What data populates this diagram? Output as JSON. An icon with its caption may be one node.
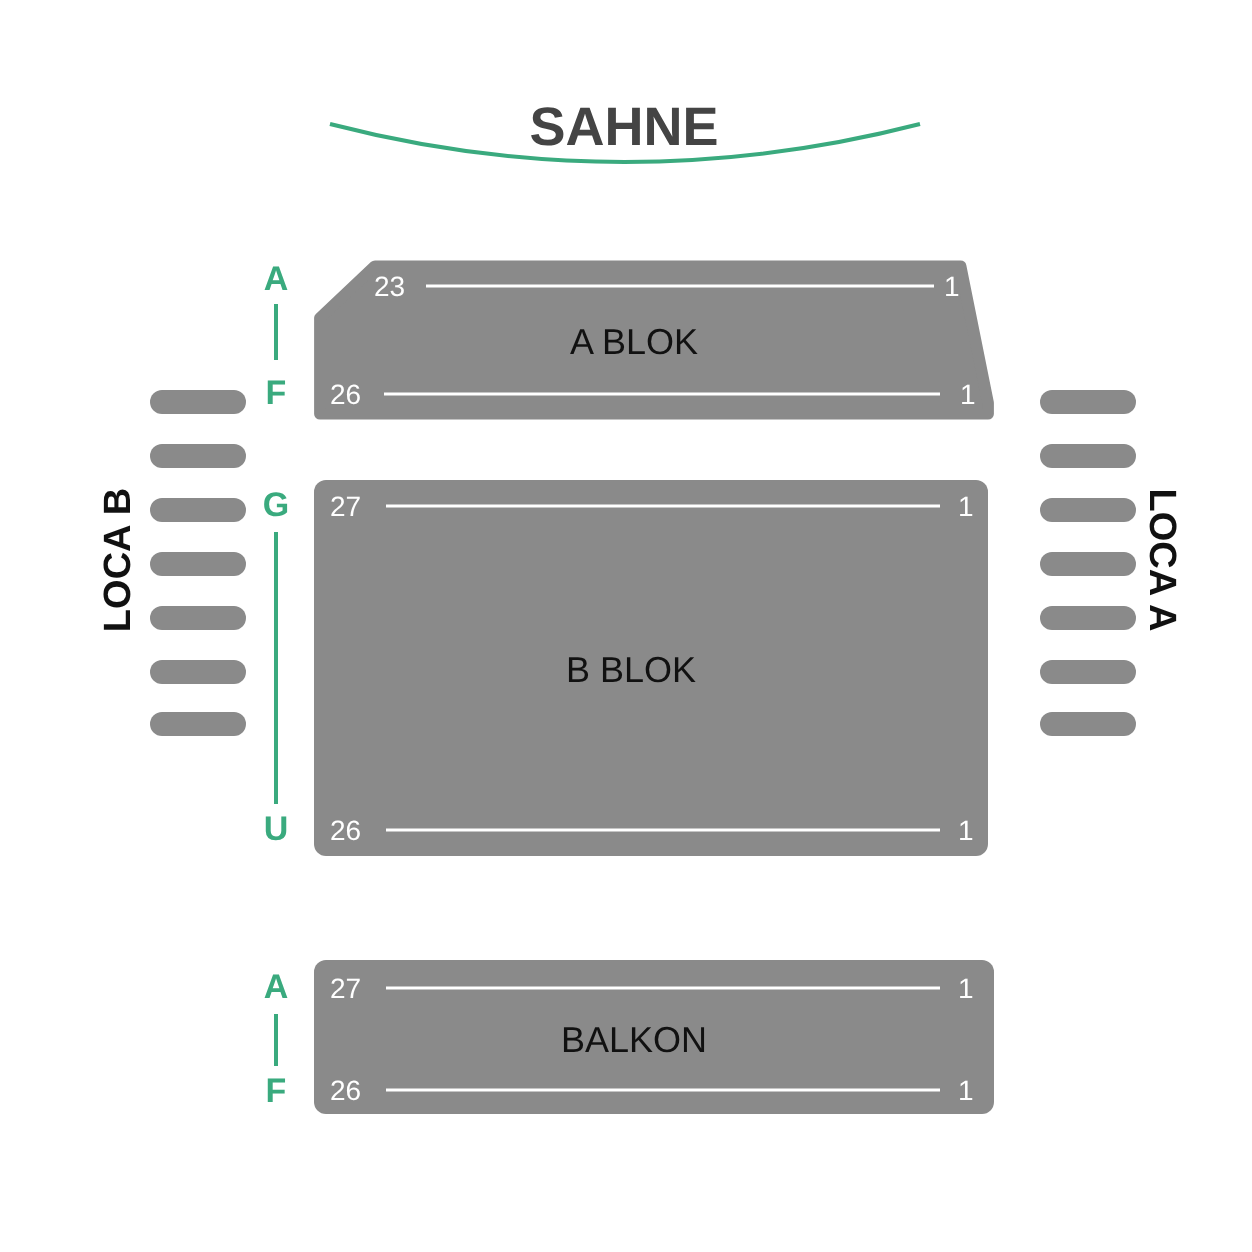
{
  "diagram": {
    "nodes": [
      {
        "text": [
          "23",
          "1",
          "A BLOK",
          "26",
          "1"
        ]
      },
      {
        "text": [
          "27",
          "1",
          "B BLOK",
          "26",
          "1"
        ]
      },
      {
        "text": [
          "27",
          "1",
          "BALKON",
          "26",
          "1"
        ]
      },
      {
        "text": [],
        "shape": "bar"
      },
      {
        "text": [],
        "shape": "bar"
      },
      {
        "text": [],
        "shape": "bar"
      },
      {
        "text": [],
        "shape": "bar"
      },
      {
        "text": [],
        "shape": "bar"
      },
      {
        "text": [],
        "shape": "bar"
      },
      {
        "text": [],
        "shape": "bar"
      },
      {
        "text": [],
        "shape": "bar"
      },
      {
        "text": [],
        "shape": "bar"
      },
      {
        "text": [],
        "shape": "bar"
      },
      {
        "text": [],
        "shape": "bar"
      },
      {
        "text": [],
        "shape": "bar"
      },
      {
        "text": [],
        "shape": "bar"
      },
      {
        "text": [],
        "shape": "bar"
      }
    ],
    "labels": [
      "SAHNE",
      "A",
      "F",
      "LOCA B",
      "G",
      "LOCA A",
      "U",
      "A",
      "F"
    ]
  }
}
